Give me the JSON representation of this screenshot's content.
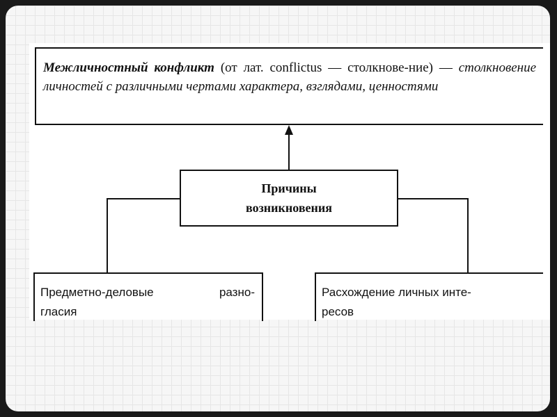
{
  "definition": {
    "term": "Межличностный конфликт",
    "gloss": "(от лат. conflictus — столкнове-ние)",
    "dash": " — ",
    "text": "столкновение личностей с различными чертами характера, взглядами, ценностями"
  },
  "causes": {
    "line1": "Причины",
    "line2": "возникновения"
  },
  "leaves": [
    {
      "line1": "Предметно-деловые разно-",
      "line2": "гласия"
    },
    {
      "line1": "Расхождение личных инте-",
      "line2": "ресов"
    }
  ]
}
